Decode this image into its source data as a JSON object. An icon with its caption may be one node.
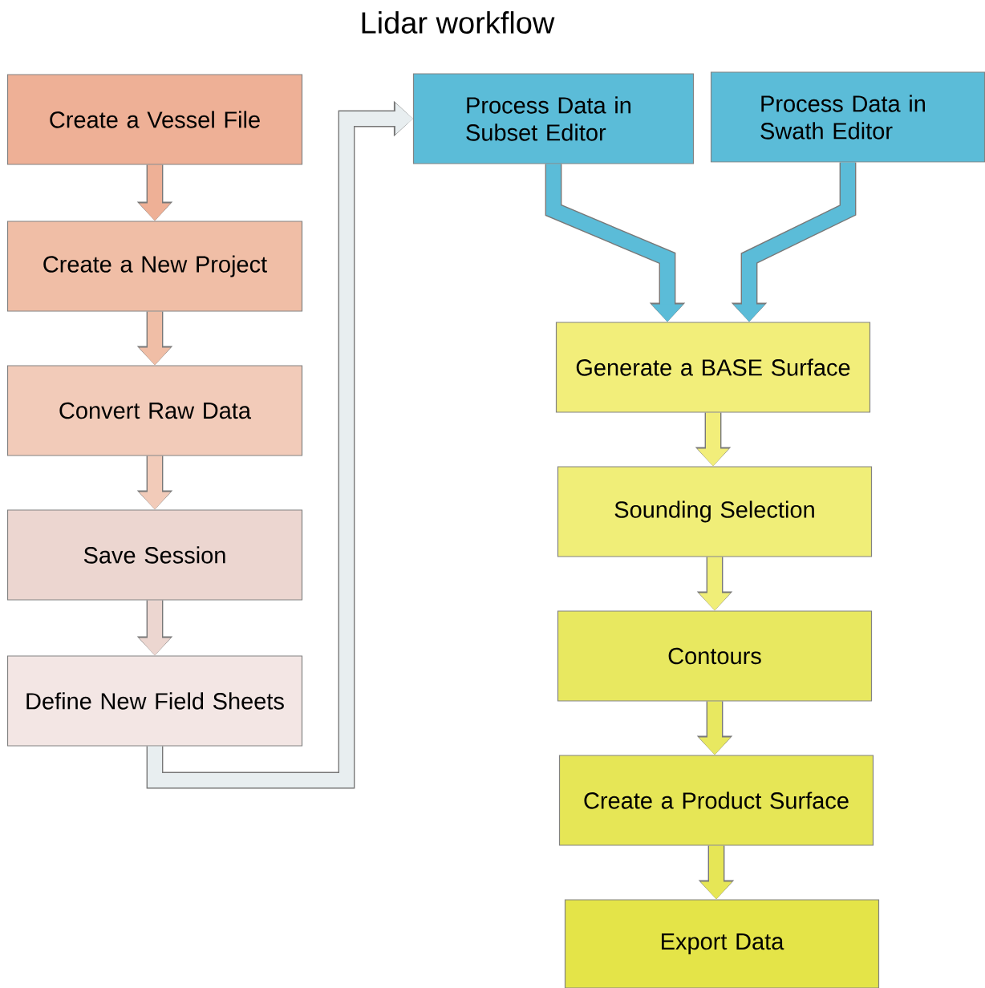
{
  "diagram": {
    "title": "Lidar workflow",
    "nodes": [
      {
        "text": [
          "Create a Vessel File"
        ]
      },
      {
        "text": [
          "Create a New Project"
        ]
      },
      {
        "text": [
          "Convert Raw Data"
        ]
      },
      {
        "text": [
          "Save Session"
        ]
      },
      {
        "text": [
          "Define New Field Sheets"
        ]
      },
      {
        "text": [
          "Process Data in Subset Editor"
        ]
      },
      {
        "text": [
          "Process Data in Swath Editor"
        ]
      },
      {
        "text": [
          "Generate a BASE Surface"
        ]
      },
      {
        "text": [
          "Sounding Selection"
        ]
      },
      {
        "text": [
          "Contours"
        ]
      },
      {
        "text": [
          "Create a Product Surface"
        ]
      },
      {
        "text": [
          "Export Data"
        ]
      }
    ],
    "edges": [
      {
        "from": 0,
        "to": 1,
        "arrow": "to",
        "color": "#eeb096"
      },
      {
        "from": 1,
        "to": 2,
        "arrow": "to",
        "color": "#f0bea6"
      },
      {
        "from": 2,
        "to": 3,
        "arrow": "to",
        "color": "#f2cbb9"
      },
      {
        "from": 3,
        "to": 4,
        "arrow": "to",
        "color": "#ecd6d0"
      },
      {
        "from": 4,
        "to": 5,
        "arrow": "to",
        "color": "#e8eef0"
      },
      {
        "from": 5,
        "to": 7,
        "arrow": "to",
        "color": "#5bbcd8"
      },
      {
        "from": 6,
        "to": 7,
        "arrow": "to",
        "color": "#5bbcd8"
      },
      {
        "from": 7,
        "to": 8,
        "arrow": "to",
        "color": "#f2ee7a"
      },
      {
        "from": 8,
        "to": 9,
        "arrow": "to",
        "color": "#f0ee78"
      },
      {
        "from": 9,
        "to": 10,
        "arrow": "to",
        "color": "#e8e860"
      },
      {
        "from": 10,
        "to": 11,
        "arrow": "to",
        "color": "#e6e656"
      }
    ]
  }
}
